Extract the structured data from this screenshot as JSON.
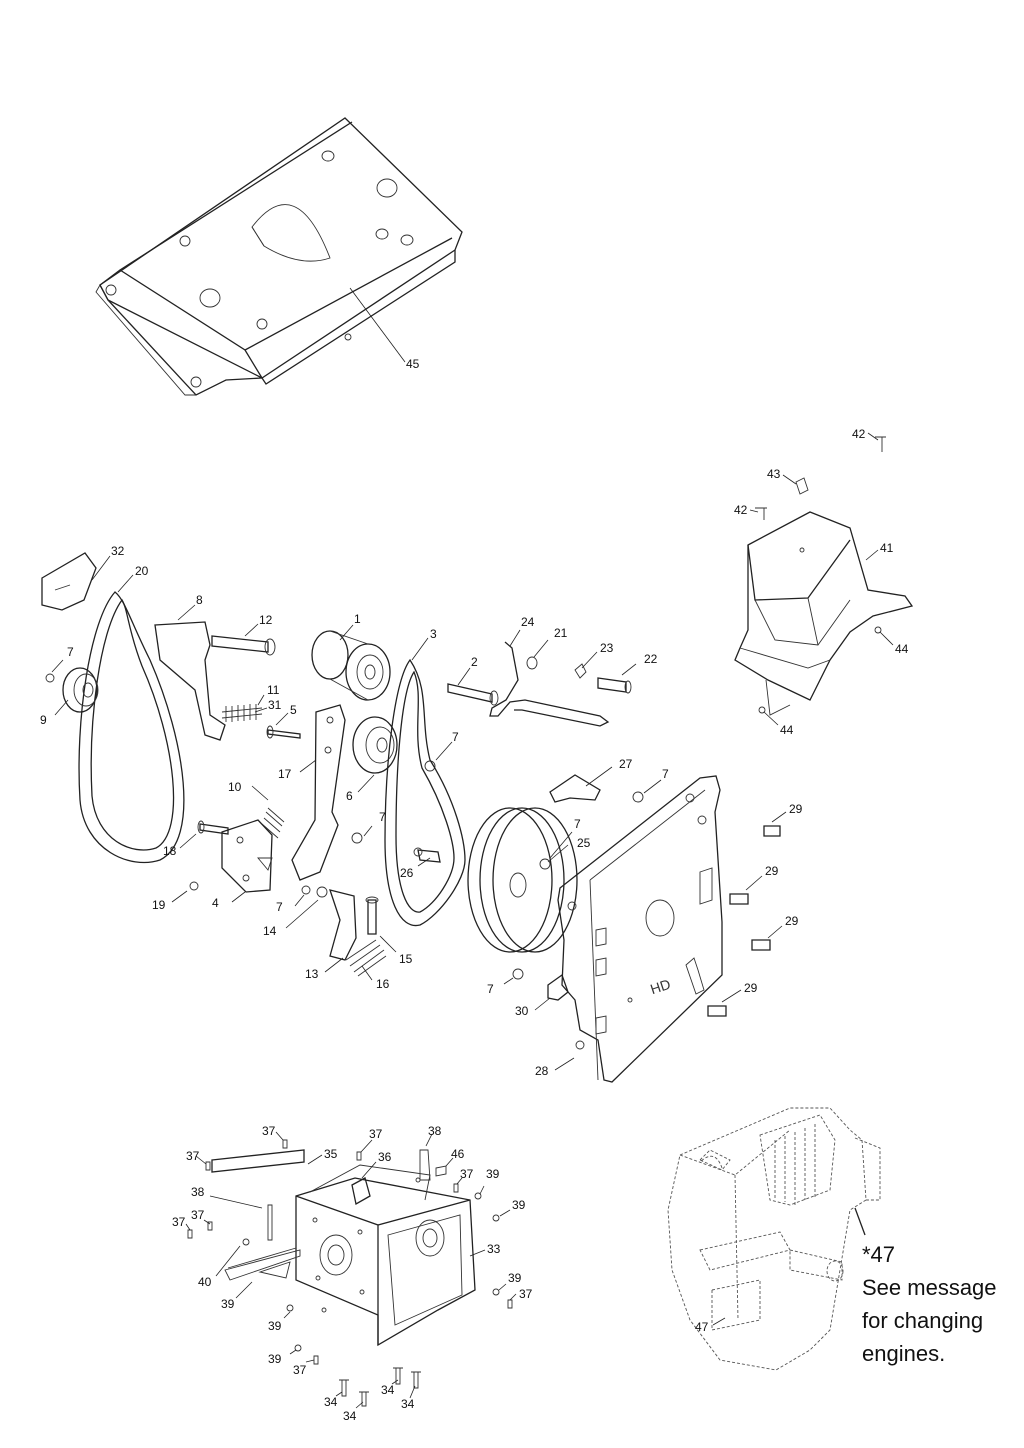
{
  "labels": {
    "l45": "45",
    "l42a": "42",
    "l43": "43",
    "l42b": "42",
    "l41": "41",
    "l44a": "44",
    "l44b": "44",
    "l32": "32",
    "l20": "20",
    "l8": "8",
    "l12": "12",
    "l1": "1",
    "l3": "3",
    "l24": "24",
    "l21": "21",
    "l23": "23",
    "l22": "22",
    "l2": "2",
    "l7a": "7",
    "l9": "9",
    "l11": "11",
    "l31": "31",
    "l5": "5",
    "l17": "17",
    "l7b": "7",
    "l6": "6",
    "l27": "27",
    "l7c": "7",
    "l10": "10",
    "l18": "18",
    "l7d": "7",
    "l7e": "7",
    "l25": "25",
    "l26": "26",
    "l29a": "29",
    "l19": "19",
    "l4": "4",
    "l7f": "7",
    "l14": "14",
    "l15": "15",
    "l29b": "29",
    "l29c": "29",
    "l13": "13",
    "l16": "16",
    "l7g": "7",
    "l30": "30",
    "l29d": "29",
    "l28": "28",
    "l37a": "37",
    "l37b": "37",
    "l38a": "38",
    "l37c": "37",
    "l35": "35",
    "l36": "36",
    "l46": "46",
    "l37d": "37",
    "l39a": "39",
    "l38b": "38",
    "l39b": "39",
    "l37e": "37",
    "l37f": "37",
    "l33": "33",
    "l40": "40",
    "l39c": "39",
    "l39d": "39",
    "l37g": "37",
    "l39e": "39",
    "l39f": "39",
    "l37h": "37",
    "l34a": "34",
    "l34b": "34",
    "l34c": "34",
    "l34d": "34",
    "l47": "47"
  },
  "note": {
    "line1": "*47",
    "line2": "See message",
    "line3": "for changing",
    "line4": "engines."
  }
}
